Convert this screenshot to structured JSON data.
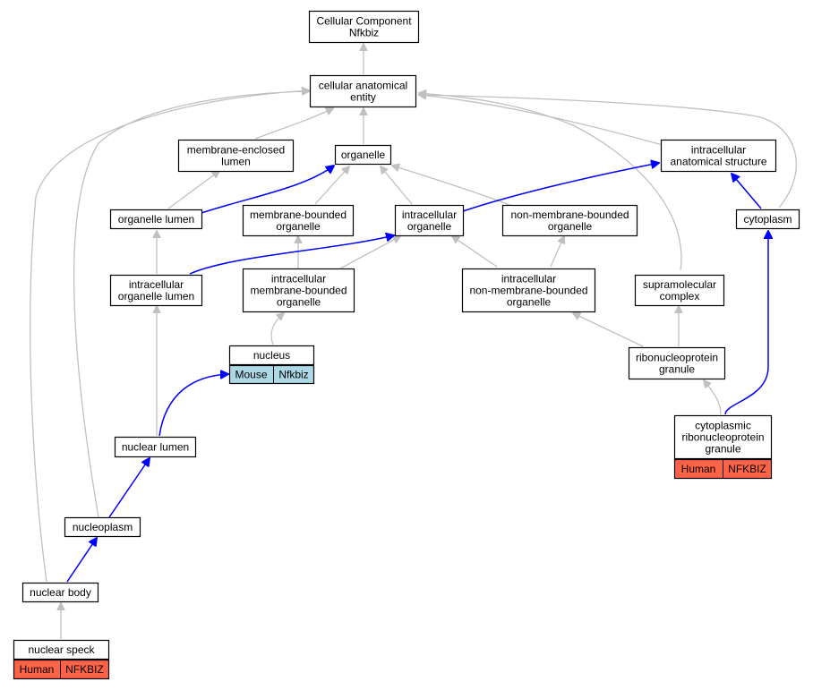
{
  "nodes": {
    "root": {
      "lines": [
        "Cellular Component",
        "Nfkbiz"
      ]
    },
    "cae": {
      "lines": [
        "cellular anatomical",
        "entity"
      ]
    },
    "mel": {
      "lines": [
        "membrane-enclosed",
        "lumen"
      ]
    },
    "organelle": {
      "lines": [
        "organelle"
      ]
    },
    "ias": {
      "lines": [
        "intracellular",
        "anatomical structure"
      ]
    },
    "olumen": {
      "lines": [
        "organelle lumen"
      ]
    },
    "mbo": {
      "lines": [
        "membrane-bounded",
        "organelle"
      ]
    },
    "io": {
      "lines": [
        "intracellular",
        "organelle"
      ]
    },
    "nmbo": {
      "lines": [
        "non-membrane-bounded",
        "organelle"
      ]
    },
    "cytoplasm": {
      "lines": [
        "cytoplasm"
      ]
    },
    "iol": {
      "lines": [
        "intracellular",
        "organelle lumen"
      ]
    },
    "imbo": {
      "lines": [
        "intracellular",
        "membrane-bounded",
        "organelle"
      ]
    },
    "inmbo": {
      "lines": [
        "intracellular",
        "non-membrane-bounded",
        "organelle"
      ]
    },
    "supra": {
      "lines": [
        "supramolecular",
        "complex"
      ]
    },
    "nucleus": {
      "lines": [
        "nucleus"
      ]
    },
    "rnpg": {
      "lines": [
        "ribonucleoprotein",
        "granule"
      ]
    },
    "crnpg": {
      "lines": [
        "cytoplasmic",
        "ribonucleoprotein",
        "granule"
      ]
    },
    "nlumen": {
      "lines": [
        "nuclear lumen"
      ]
    },
    "nucleoplasm": {
      "lines": [
        "nucleoplasm"
      ]
    },
    "nbody": {
      "lines": [
        "nuclear body"
      ]
    },
    "nspeck": {
      "lines": [
        "nuclear speck"
      ]
    }
  },
  "badges": {
    "nucleus": {
      "species": "Mouse",
      "gene": "Nfkbiz",
      "color": "#add8e6"
    },
    "crnpg": {
      "species": "Human",
      "gene": "NFKBIZ",
      "color": "#ff6347"
    },
    "nspeck": {
      "species": "Human",
      "gene": "NFKBIZ",
      "color": "#ff6347"
    }
  },
  "colors": {
    "is_a_edge": "#c0c0c0",
    "annotation_edge": "#0000ff"
  }
}
